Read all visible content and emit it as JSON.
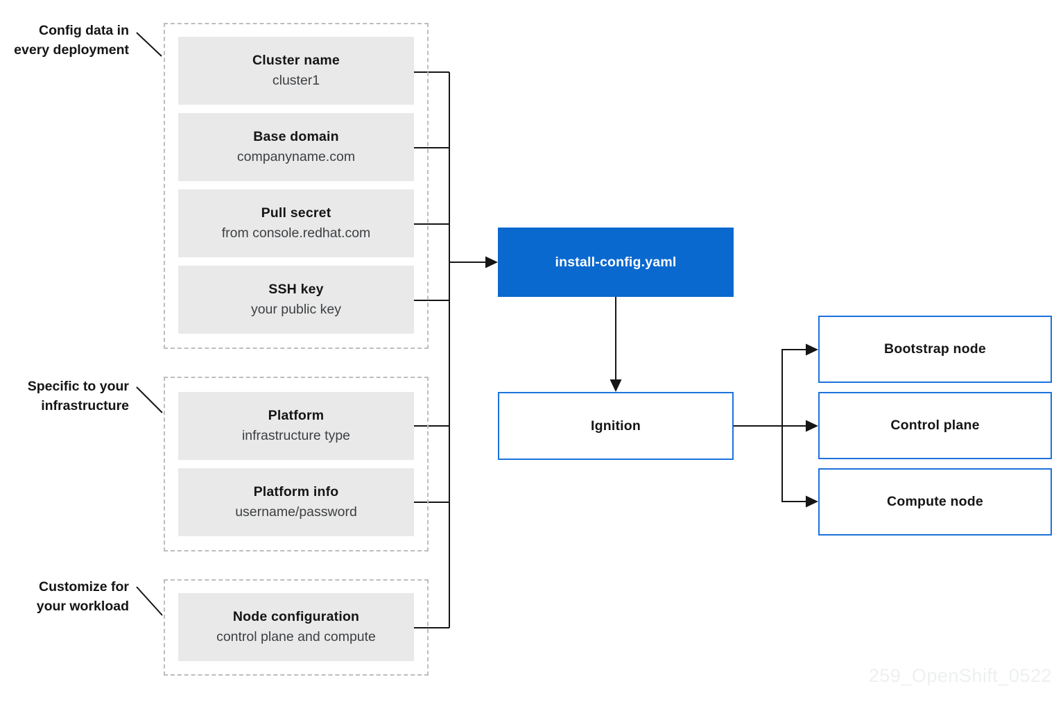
{
  "groups": [
    {
      "label": [
        "Config data in",
        "every deployment"
      ],
      "boxes": [
        {
          "title": "Cluster name",
          "subtitle": "cluster1"
        },
        {
          "title": "Base domain",
          "subtitle": "companyname.com"
        },
        {
          "title": "Pull secret",
          "subtitle": "from console.redhat.com"
        },
        {
          "title": "SSH key",
          "subtitle": "your public key"
        }
      ]
    },
    {
      "label": [
        "Specific to your",
        "infrastructure"
      ],
      "boxes": [
        {
          "title": "Platform",
          "subtitle": "infrastructure type"
        },
        {
          "title": "Platform info",
          "subtitle": "username/password"
        }
      ]
    },
    {
      "label": [
        "Customize for",
        "your workload"
      ],
      "boxes": [
        {
          "title": "Node configuration",
          "subtitle": "control plane and compute"
        }
      ]
    }
  ],
  "center": {
    "install_config_label": "install-config.yaml",
    "ignition_label": "Ignition"
  },
  "nodes": [
    {
      "label": "Bootstrap node"
    },
    {
      "label": "Control plane"
    },
    {
      "label": "Compute node"
    }
  ],
  "watermark": "259_OpenShift_0522",
  "colors": {
    "accent_blue_fill": "#0a69cf",
    "node_border_blue": "#1b72dc",
    "gray_box_fill": "#e9e9e9",
    "dashed_border_gray": "#bdbdbd",
    "connector_black": "#151515",
    "watermark_gray": "#eef0f0"
  }
}
